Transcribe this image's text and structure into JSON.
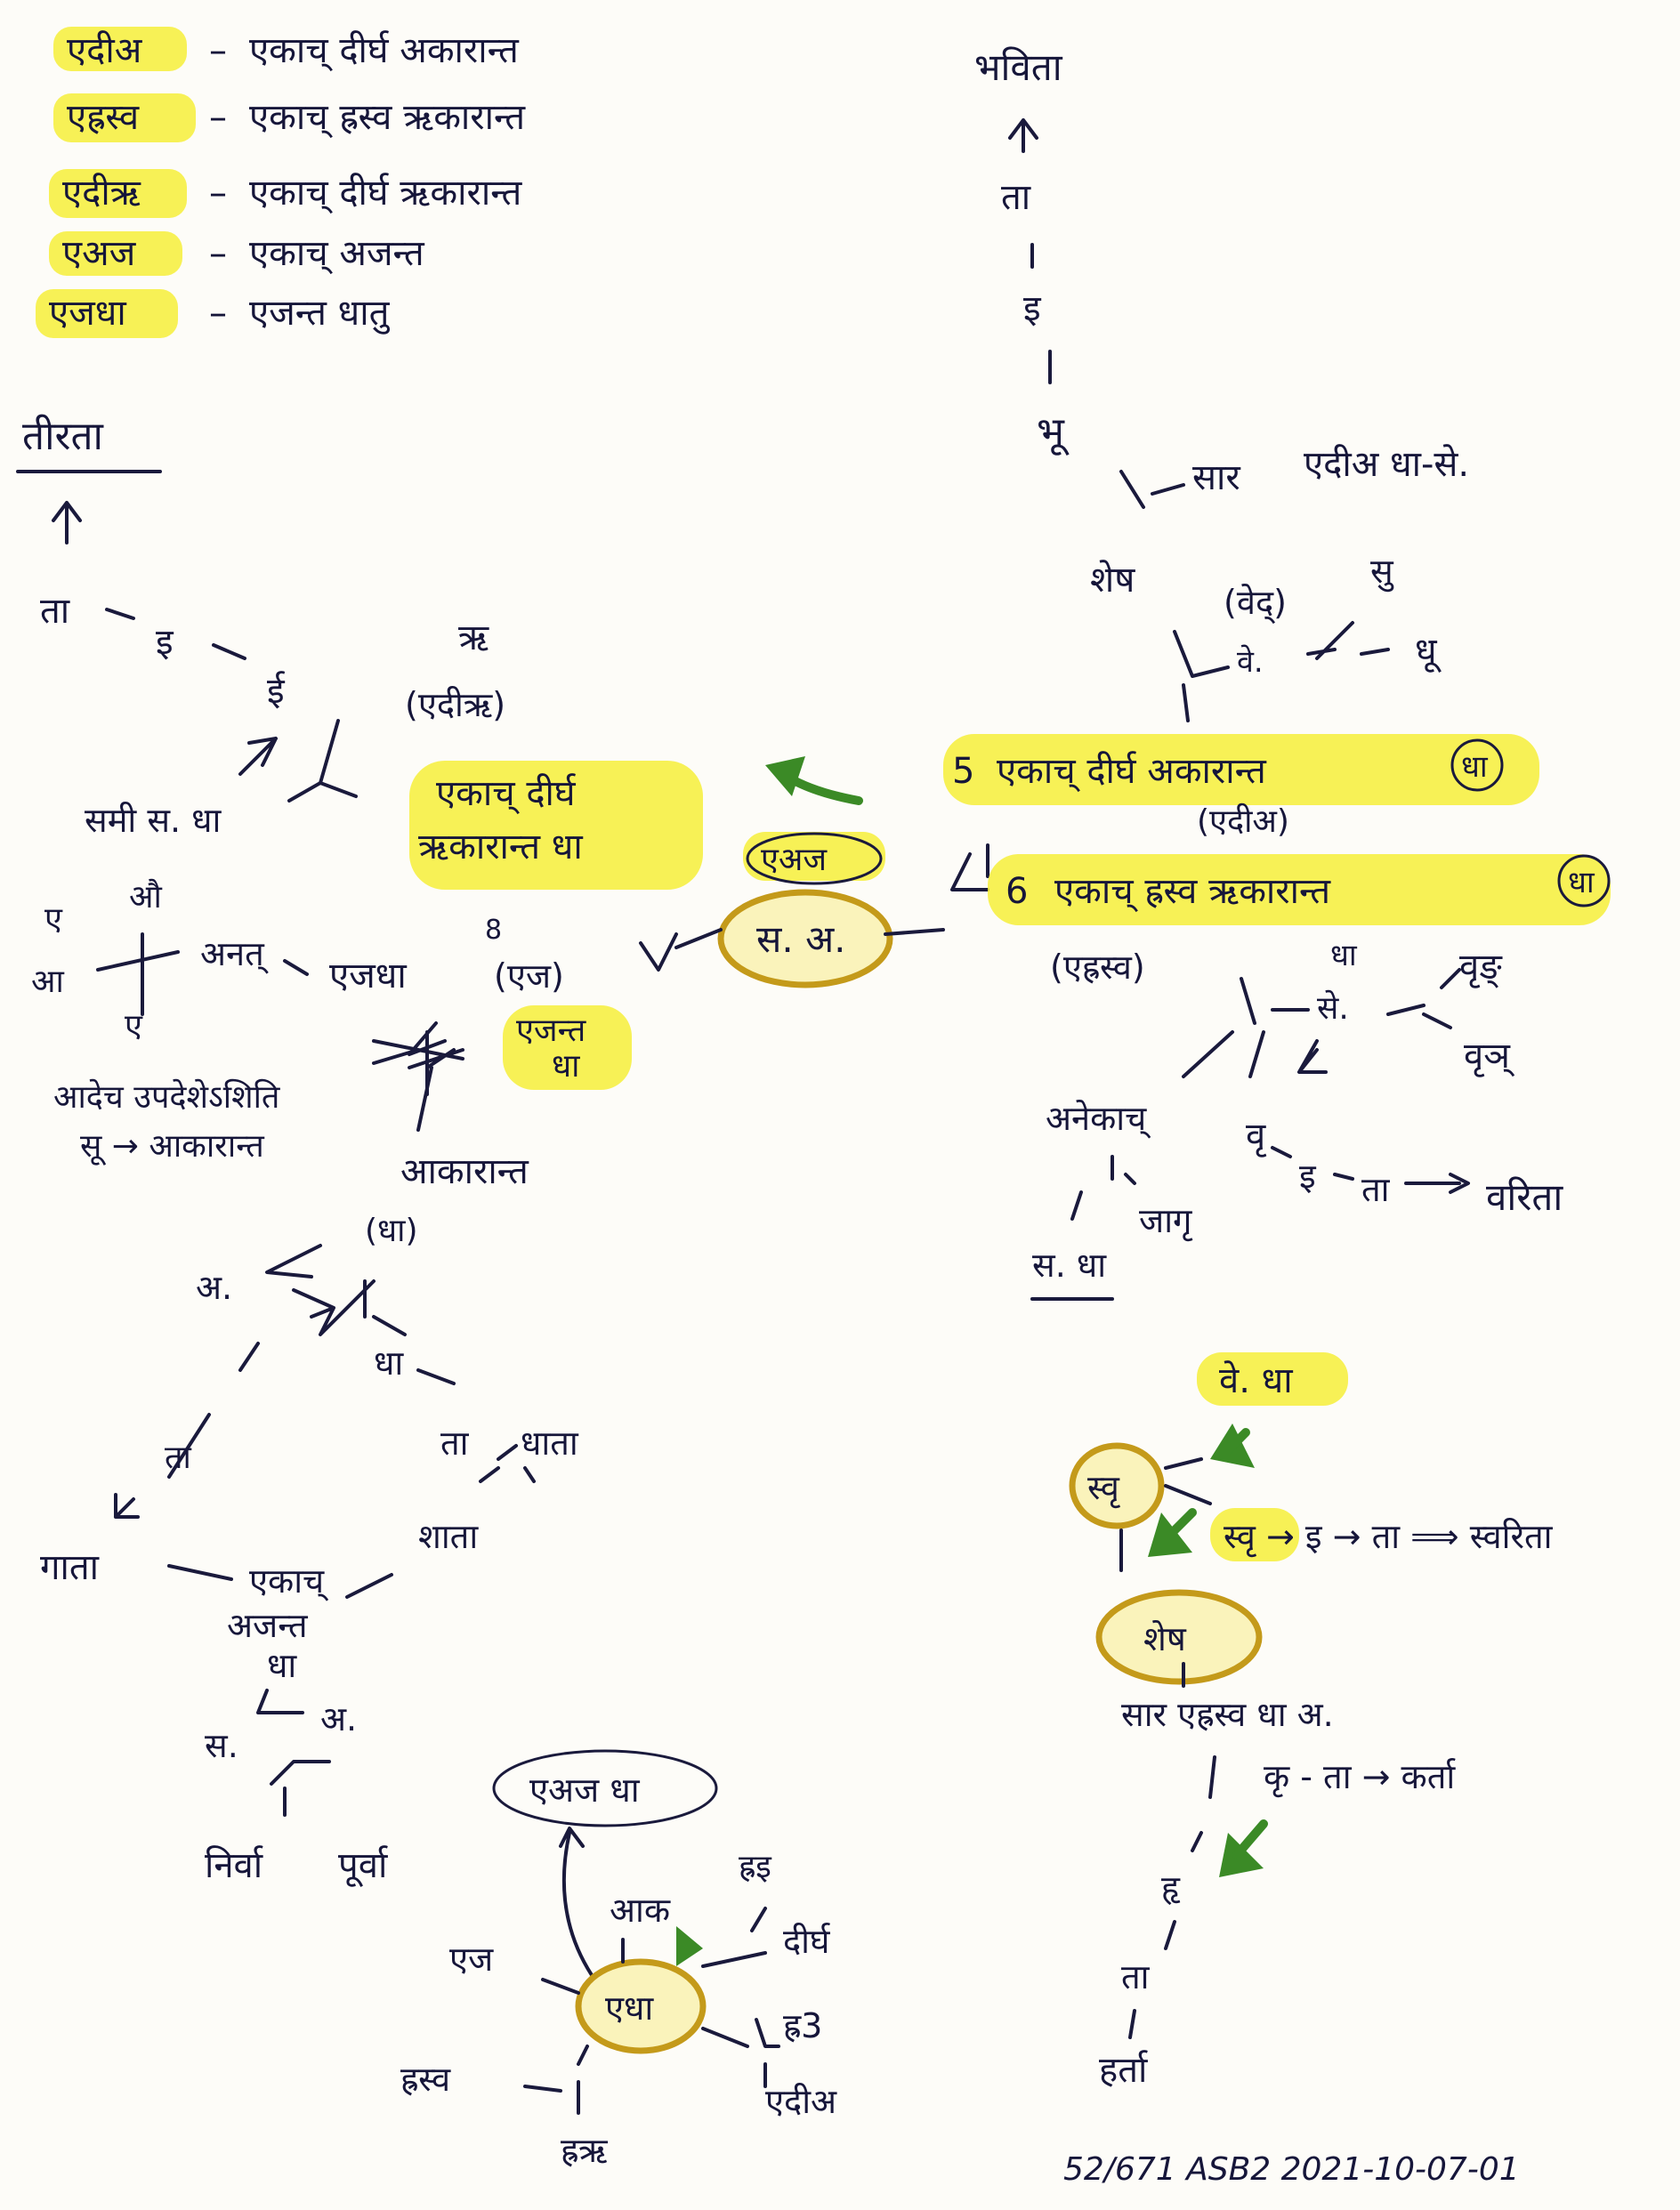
{
  "legend": [
    {
      "key": "एदीअ",
      "desc": "एकाच् दीर्घ अकारान्त"
    },
    {
      "key": "एह्रस्व",
      "desc": "एकाच् ह्रस्व ऋकारान्त"
    },
    {
      "key": "एदीऋ",
      "desc": "एकाच् दीर्घ ऋकारान्त"
    },
    {
      "key": "एअज",
      "desc": "एकाच् अजन्त"
    },
    {
      "key": "एजधा",
      "desc": "एजन्त धातु"
    }
  ],
  "center": {
    "label": "स. अ.",
    "tag": "एअज"
  },
  "left": {
    "result": "तीरता",
    "ta": "ता",
    "i": "इ",
    "ii": "ई",
    "sami": "समी स. धा",
    "r_top": "ऋ",
    "r_tag": "(एदीऋ)",
    "r_desc1": "एकाच् दीर्घ",
    "r_desc2": "ऋकारान्त धा",
    "e": "ए",
    "au": "औ",
    "aa": "आ",
    "e2": "ए",
    "anat": "अनत्",
    "ejdha": "एजधा",
    "eight": "8",
    "ejtag": "(एज)",
    "ejdesc1": "एजन्त",
    "ejdesc2": "धा",
    "aadeca1": "आदेच उपदेशेऽशिति",
    "aadeca2": "सू → आकारान्त",
    "aakar": "आकारान्त",
    "aakar_dha": "(धा)",
    "a": "अ.",
    "dha": "धा",
    "ta2": "ता",
    "dhata": "धाता",
    "shaata": "शाता",
    "ta3": "ता",
    "gaata": "गाता",
    "ekac1": "एकाच्",
    "ekac2": "अजन्त",
    "ekac3": "धा",
    "sa": "स.",
    "a2": "अ.",
    "nirvaa": "निर्वा",
    "purva": "पूर्वा"
  },
  "right": {
    "result": "भविता",
    "ta": "ता",
    "i": "इ",
    "bhu": "भू",
    "saar": "सार",
    "ediatag": "एदीअ धा-से.",
    "shesh": "शेष",
    "vedh": "(वेद्)",
    "su": "सु",
    "v": "वे.",
    "dhu": "धू",
    "five": "5",
    "line5": "एकाच् दीर्घ अकारान्त",
    "dha5": "धा",
    "tag5": "(एदीअ)",
    "six": "6",
    "line6": "एकाच् ह्रस्व ऋकारान्त",
    "dha6": "धा",
    "tag6": "(एह्रस्व)",
    "dha": "धा",
    "s": "से.",
    "vrn": "वृङ्",
    "vrnj": "वृञ्",
    "anekac": "अनेकाच्",
    "jaagr": "जागृ",
    "sdha": "स. धा",
    "vr": "वृ",
    "i2": "इ",
    "ta2": "ता",
    "varita": "वरिता"
  },
  "bottom_right": {
    "vdha": "वे. धा",
    "svr": "स्वृ",
    "chain": "स्वृ → इ → ता ⟹ स्वरिता",
    "shesh": "शेष",
    "saar": "सार एह्रस्व धा अ.",
    "kr": "कृ - ता → कर्ता",
    "hr": "हृ",
    "ta": "ता",
    "harta": "हर्ता"
  },
  "bottom_center": {
    "bubble": "एअज धा",
    "center": "एधा",
    "ej": "एज",
    "aak": "आक",
    "hrasvai": "ह्रइ",
    "dirgh": "दीर्घ",
    "hr3": "ह्र3",
    "edia": "एदीअ",
    "hrasvr": "ह्रस्व",
    "hrsvr2": "ह्रऋ"
  },
  "footer": "52/671   ASB2   2021-10-07-01"
}
